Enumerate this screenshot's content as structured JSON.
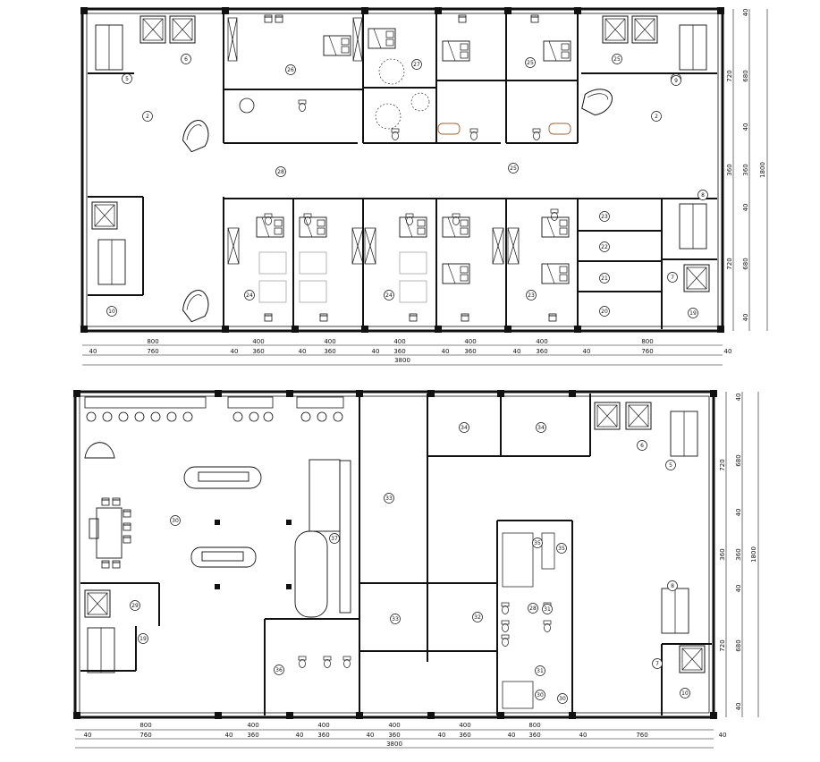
{
  "top_plan": {
    "bottom_dims_major": [
      "800",
      "400",
      "400",
      "400",
      "400",
      "400",
      "800"
    ],
    "bottom_dims_minor": [
      "40",
      "760",
      "40",
      "360",
      "40",
      "360",
      "40",
      "360",
      "40",
      "360",
      "40",
      "360",
      "40",
      "760",
      "40"
    ],
    "total": "3800",
    "right_dims_outer": [
      "720",
      "360",
      "720"
    ],
    "right_dims_inner": [
      "40",
      "680",
      "40",
      "360",
      "40",
      "680",
      "40"
    ],
    "right_total": "1800",
    "room_tags": [
      "5",
      "6",
      "2",
      "26",
      "27",
      "25",
      "25",
      "8",
      "9",
      "2",
      "28",
      "25",
      "8",
      "24",
      "24",
      "23",
      "23",
      "22",
      "21",
      "20",
      "7",
      "10",
      "19"
    ]
  },
  "bottom_plan": {
    "bottom_dims_major": [
      "800",
      "400",
      "400",
      "400",
      "400",
      "800"
    ],
    "bottom_dims_minor": [
      "40",
      "760",
      "40",
      "360",
      "40",
      "360",
      "40",
      "360",
      "40",
      "360",
      "40",
      "360",
      "40",
      "760",
      "40"
    ],
    "total": "3800",
    "right_dims_outer": [
      "720",
      "360",
      "720"
    ],
    "right_dims_inner": [
      "40",
      "680",
      "40",
      "360",
      "40",
      "680",
      "40"
    ],
    "right_total": "1800",
    "room_tags": [
      "34",
      "34",
      "30",
      "33",
      "37",
      "29",
      "19",
      "36",
      "35",
      "33",
      "32",
      "35",
      "28",
      "31",
      "31",
      "30",
      "30",
      "6",
      "5",
      "8",
      "7",
      "10"
    ]
  }
}
